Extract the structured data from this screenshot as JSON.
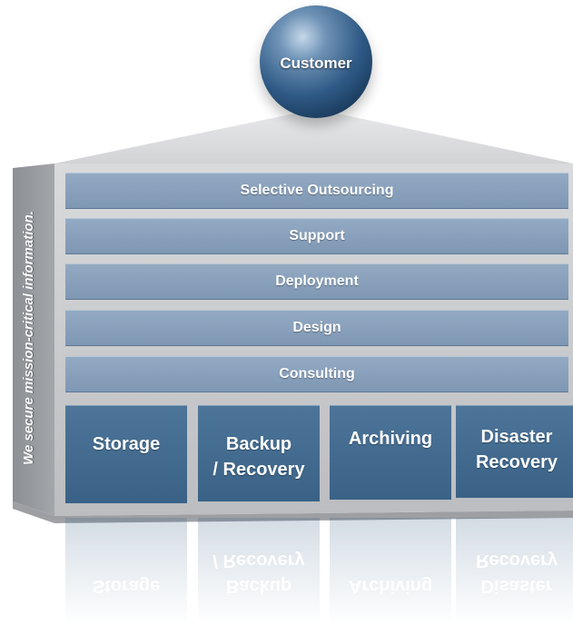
{
  "diagram": {
    "customer": "Customer",
    "side_text": "We secure mission-critical information.",
    "layers": [
      "Selective Outsourcing",
      "Support",
      "Deployment",
      "Design",
      "Consulting"
    ],
    "foundation": [
      {
        "line1": "Storage",
        "line2": ""
      },
      {
        "line1": "Backup",
        "line2": "/ Recovery"
      },
      {
        "line1": "Archiving",
        "line2": ""
      },
      {
        "line1": "Disaster",
        "line2": "Recovery"
      }
    ]
  },
  "colors": {
    "layer_blue": "#8aa2bd",
    "block_blue": "#46709a",
    "sphere_blue": "#2f5a86",
    "box_gray": "#b4b6b9"
  }
}
